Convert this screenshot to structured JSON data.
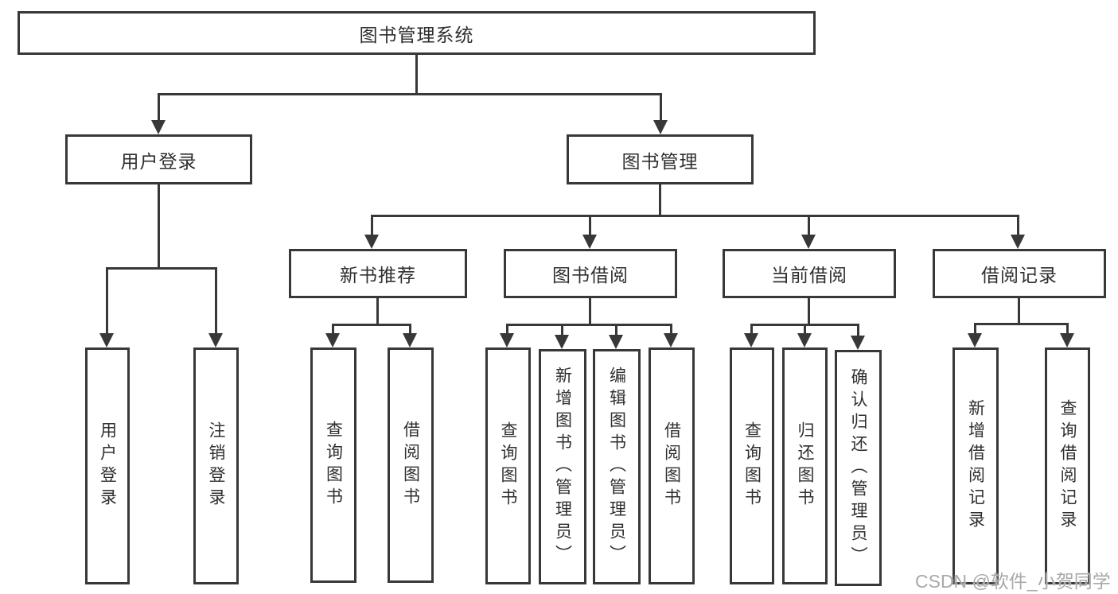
{
  "diagram": {
    "root": {
      "label": "图书管理系统"
    },
    "level2": {
      "user_login_group": {
        "label": "用户登录"
      },
      "book_mgmt_group": {
        "label": "图书管理"
      }
    },
    "level3": {
      "new_book_rec": {
        "label": "新书推荐"
      },
      "book_borrow": {
        "label": "图书借阅"
      },
      "current_borrow": {
        "label": "当前借阅"
      },
      "borrow_records": {
        "label": "借阅记录"
      }
    },
    "leaves": {
      "user_login": {
        "label": "用户登录"
      },
      "logout": {
        "label": "注销登录"
      },
      "query_book_rec": {
        "label": "查询图书"
      },
      "borrow_book_rec": {
        "label": "借阅图书"
      },
      "query_book_borrow": {
        "label": "查询图书"
      },
      "add_book_admin": {
        "label": "新增图书（管理员）"
      },
      "edit_book_admin": {
        "label": "编辑图书（管理员）"
      },
      "borrow_book_borrow": {
        "label": "借阅图书"
      },
      "query_book_current": {
        "label": "查询图书"
      },
      "return_book": {
        "label": "归还图书"
      },
      "confirm_return_admin": {
        "label": "确认归还（管理员）"
      },
      "add_borrow_record": {
        "label": "新增借阅记录"
      },
      "query_borrow_record": {
        "label": "查询借阅记录"
      }
    },
    "watermark": "CSDN @软件_小贺同学",
    "colors": {
      "line": "#383838",
      "text": "#2f2f2f",
      "background": "#ffffff",
      "watermark": "#a9a9a9"
    }
  }
}
